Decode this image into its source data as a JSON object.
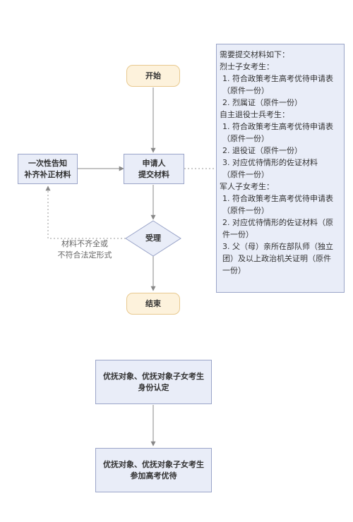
{
  "colors": {
    "terminal_fill": "#fdf2dc",
    "terminal_stroke": "#e8c98f",
    "process_fill": "#e9edf8",
    "process_stroke": "#9aa4c8",
    "edge": "#888888"
  },
  "flow": {
    "start": "开始",
    "supplement": [
      "一次性告知",
      "补齐补正材料"
    ],
    "applicant": [
      "申请人",
      "提交材料"
    ],
    "accept": "受理",
    "end": "结束",
    "reject_label": [
      "材料不齐全或",
      "不符合法定形式"
    ]
  },
  "materials": {
    "heading": "需要提交材料如下：",
    "groups": [
      {
        "title": "烈士子女考生：",
        "items": [
          [
            "1. 符合政策考生高考优待申请表",
            "（原件一份）"
          ],
          [
            "2. 烈属证（原件一份）"
          ]
        ]
      },
      {
        "title": "自主退役士兵考生：",
        "items": [
          [
            "1. 符合政策考生高考优待申请表",
            "（原件一份）"
          ],
          [
            "2. 退役证（原件一份）"
          ],
          [
            "3. 对应优待情形的佐证材料",
            "（原件一份）"
          ]
        ]
      },
      {
        "title": "军人子女考生：",
        "items": [
          [
            "1. 符合政策考生高考优待申请表",
            "（原件一份）"
          ],
          [
            "2. 对应优待情形的佐证材料（原",
            "件一份）"
          ],
          [
            "3. 父（母）亲所在部队师（独立",
            "团）及以上政治机关证明（原件",
            "一份）"
          ]
        ]
      }
    ]
  },
  "bottom_flow": {
    "identity": [
      "优抚对象、优抚对象子女考生",
      "身份认定"
    ],
    "exam": [
      "优抚对象、优抚对象子女考生",
      "参加高考优待"
    ]
  }
}
